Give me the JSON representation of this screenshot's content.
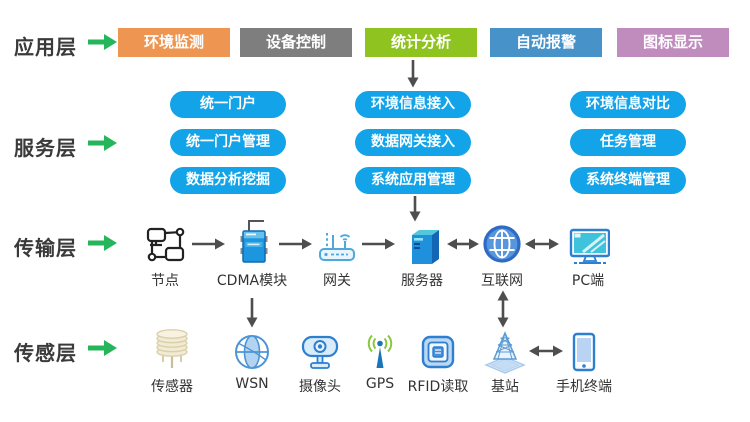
{
  "layers": {
    "app": {
      "label": "应用层"
    },
    "service": {
      "label": "服务层"
    },
    "transport": {
      "label": "传输层"
    },
    "sensor": {
      "label": "传感层"
    }
  },
  "app_boxes": [
    {
      "label": "环境监测",
      "color": "#EE9651"
    },
    {
      "label": "设备控制",
      "color": "#7E7E7E"
    },
    {
      "label": "统计分析",
      "color": "#8FC31F"
    },
    {
      "label": "自动报警",
      "color": "#4793C9"
    },
    {
      "label": "图标显示",
      "color": "#C08CBE"
    }
  ],
  "service_pills": {
    "col1": [
      "统一门户",
      "统一门户管理",
      "数据分析挖掘"
    ],
    "col2": [
      "环境信息接入",
      "数据网关接入",
      "系统应用管理"
    ],
    "col3": [
      "环境信息对比",
      "任务管理",
      "系统终端管理"
    ]
  },
  "transport_nodes": [
    {
      "label": "节点",
      "icon": "network-node-icon"
    },
    {
      "label": "CDMA模块",
      "icon": "cdma-module-icon"
    },
    {
      "label": "网关",
      "icon": "gateway-router-icon"
    },
    {
      "label": "服务器",
      "icon": "server-icon"
    },
    {
      "label": "互联网",
      "icon": "internet-globe-icon"
    },
    {
      "label": "PC端",
      "icon": "pc-monitor-icon"
    }
  ],
  "sensor_nodes": [
    {
      "label": "传感器",
      "icon": "sensor-shield-icon"
    },
    {
      "label": "WSN",
      "icon": "wsn-globe-icon"
    },
    {
      "label": "摄像头",
      "icon": "camera-icon"
    },
    {
      "label": "GPS",
      "icon": "gps-antenna-icon"
    },
    {
      "label": "RFID读取",
      "icon": "rfid-reader-icon"
    },
    {
      "label": "基站",
      "icon": "base-station-icon"
    },
    {
      "label": "手机终端",
      "icon": "mobile-phone-icon"
    }
  ],
  "connections": [
    "统计分析 → 环境信息接入",
    "系统应用管理 → 服务器",
    "节点 → CDMA模块",
    "CDMA模块 → 网关",
    "网关 → 服务器",
    "服务器 ↔ 互联网",
    "互联网 ↔ PC端",
    "CDMA模块 → WSN",
    "互联网 ↔ 基站",
    "基站 ↔ 手机终端"
  ],
  "colors": {
    "pill_blue": "#12A3E8",
    "layer_arrow_green": "#25B65C",
    "connector_gray": "#4E4E4E",
    "label_dark": "#3A3A3A"
  }
}
